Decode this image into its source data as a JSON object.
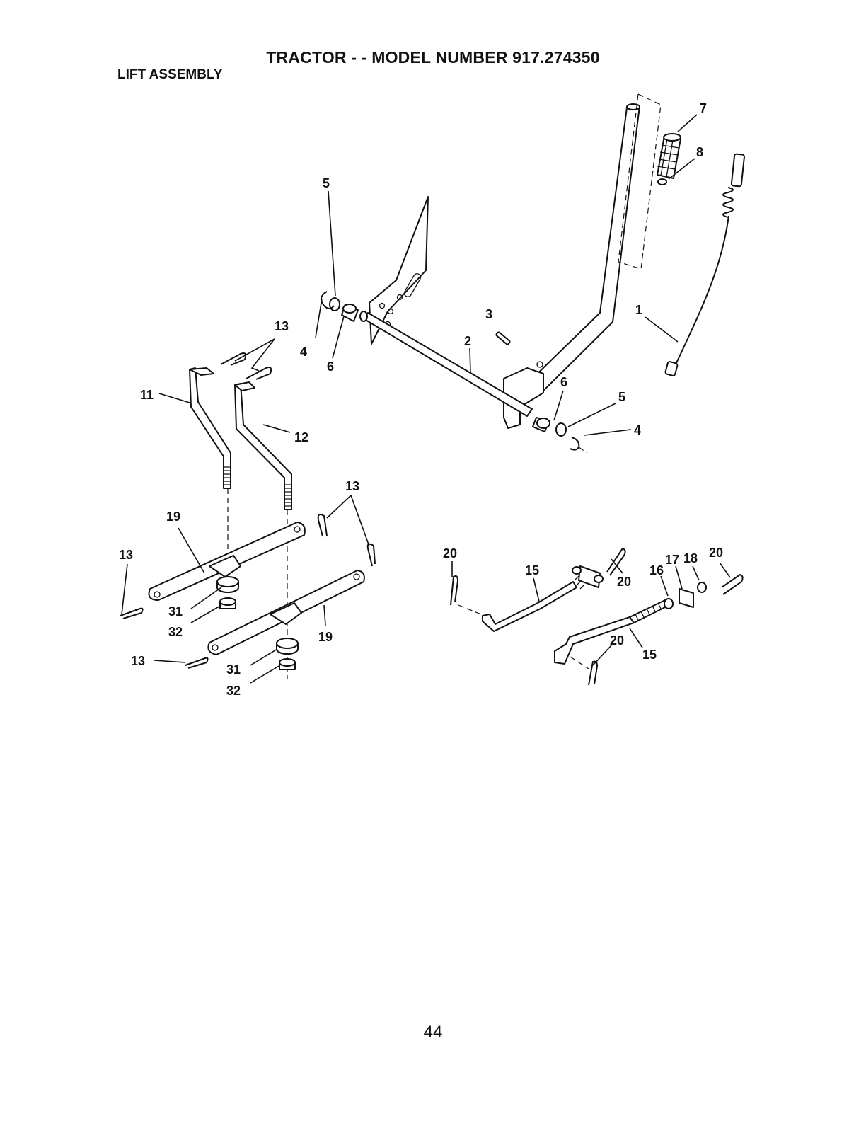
{
  "header": {
    "title": "TRACTOR - - MODEL NUMBER  917.274350",
    "subtitle": "LIFT ASSEMBLY"
  },
  "callouts": {
    "c1": "1",
    "c2": "2",
    "c3": "3",
    "c4a": "4",
    "c4b": "4",
    "c5a": "5",
    "c5b": "5",
    "c6a": "6",
    "c6b": "6",
    "c7": "7",
    "c8": "8",
    "c11": "11",
    "c12": "12",
    "c13a": "13",
    "c13b": "13",
    "c13c": "13",
    "c13d": "13",
    "c15a": "15",
    "c15b": "15",
    "c16": "16",
    "c17": "17",
    "c18": "18",
    "c19a": "19",
    "c19b": "19",
    "c20a": "20",
    "c20b": "20",
    "c20c": "20",
    "c20d": "20",
    "c31a": "31",
    "c31b": "31",
    "c32a": "32",
    "c32b": "32"
  },
  "footer": {
    "page_number": "44"
  }
}
